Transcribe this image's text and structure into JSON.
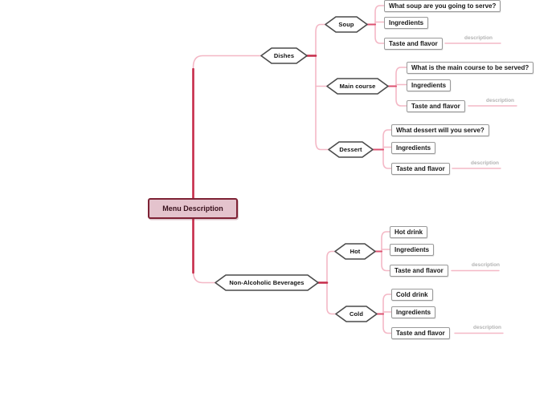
{
  "diagram": {
    "title": "Menu Description mind map",
    "root": {
      "label": "Menu Description"
    },
    "branches": [
      {
        "label": "Dishes",
        "children": [
          {
            "label": "Soup",
            "items": [
              {
                "label": "What soup are you going to serve?"
              },
              {
                "label": "Ingredients"
              },
              {
                "label": "Taste and flavor",
                "note": "description"
              }
            ]
          },
          {
            "label": "Main course",
            "items": [
              {
                "label": "What is the main course to be served?"
              },
              {
                "label": "Ingredients"
              },
              {
                "label": "Taste and flavor",
                "note": "description"
              }
            ]
          },
          {
            "label": "Dessert",
            "items": [
              {
                "label": "What dessert will you serve?"
              },
              {
                "label": "Ingredients"
              },
              {
                "label": "Taste and flavor",
                "note": "description"
              }
            ]
          }
        ]
      },
      {
        "label": "Non-Alcoholic Beverages",
        "children": [
          {
            "label": "Hot",
            "items": [
              {
                "label": "Hot drink"
              },
              {
                "label": "Ingredients"
              },
              {
                "label": "Taste and flavor",
                "note": "description"
              }
            ]
          },
          {
            "label": "Cold",
            "items": [
              {
                "label": "Cold drink"
              },
              {
                "label": "Ingredients"
              },
              {
                "label": "Taste and flavor",
                "note": "description"
              }
            ]
          }
        ]
      }
    ],
    "colors": {
      "trunk": "#c62b49",
      "tip_segment": "#dc5270",
      "branch": "#f4b8c6",
      "hexagon_border": "#4a4a4a",
      "leaf_border": "#9a9a9a",
      "root_fill": "#e4c3cd",
      "root_border": "#7e2235",
      "note_text": "#b3b3b3"
    }
  }
}
